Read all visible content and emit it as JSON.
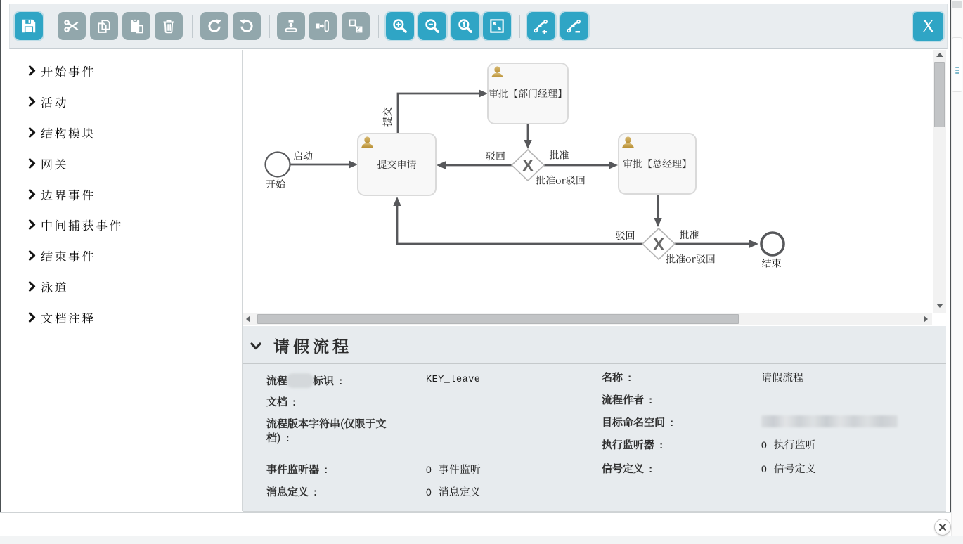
{
  "colors": {
    "accent_teal": "#2fa5c5",
    "disabled_gray": "#92a7ac",
    "toolbar_bg": "#e9edf0",
    "panel_bg": "#e7ebee",
    "edge_stroke": "#57585b",
    "person_gold": "#c8a24e"
  },
  "toolbar": {
    "buttons": [
      {
        "id": "save",
        "icon": "save-icon",
        "enabled": true
      },
      {
        "id": "cut",
        "icon": "scissors-icon",
        "enabled": false
      },
      {
        "id": "copy",
        "icon": "copy-icon",
        "enabled": false
      },
      {
        "id": "paste",
        "icon": "paste-icon",
        "enabled": false
      },
      {
        "id": "delete",
        "icon": "trash-icon",
        "enabled": false
      },
      {
        "id": "redo",
        "icon": "redo-icon",
        "enabled": false
      },
      {
        "id": "undo",
        "icon": "undo-icon",
        "enabled": false
      },
      {
        "id": "align-horizontal",
        "icon": "align-horizontal-icon",
        "enabled": false
      },
      {
        "id": "align-vertical",
        "icon": "align-vertical-icon",
        "enabled": false
      },
      {
        "id": "same-size",
        "icon": "same-size-icon",
        "enabled": false
      },
      {
        "id": "zoom-in",
        "icon": "zoom-in-icon",
        "enabled": true
      },
      {
        "id": "zoom-out",
        "icon": "zoom-out-icon",
        "enabled": true
      },
      {
        "id": "zoom-actual",
        "icon": "zoom-actual-icon",
        "enabled": true
      },
      {
        "id": "zoom-fit",
        "icon": "fit-screen-icon",
        "enabled": true
      },
      {
        "id": "add-bendpoint",
        "icon": "add-bendpoint-icon",
        "enabled": true
      },
      {
        "id": "remove-bendpoint",
        "icon": "remove-bendpoint-icon",
        "enabled": true
      }
    ],
    "close_label": "X"
  },
  "sidebar": {
    "items": [
      {
        "label": "开始事件"
      },
      {
        "label": "活动"
      },
      {
        "label": "结构模块"
      },
      {
        "label": "网关"
      },
      {
        "label": "边界事件"
      },
      {
        "label": "中间捕获事件"
      },
      {
        "label": "结束事件"
      },
      {
        "label": "泳道"
      },
      {
        "label": "文档注释"
      }
    ]
  },
  "diagram": {
    "nodes": {
      "start": {
        "type": "start-event",
        "label": "开始"
      },
      "submit": {
        "type": "user-task",
        "label": "提交申请"
      },
      "dept_manager": {
        "type": "user-task",
        "label": "审批【部门经理】"
      },
      "general_manager": {
        "type": "user-task",
        "label": "审批【总经理】"
      },
      "gateway1": {
        "type": "exclusive-gateway",
        "symbol": "X",
        "label": "批准or驳回"
      },
      "gateway2": {
        "type": "exclusive-gateway",
        "symbol": "X",
        "label": "批准or驳回"
      },
      "end": {
        "type": "end-event",
        "label": "结束"
      }
    },
    "edges": {
      "start_submit": {
        "label": "启动",
        "from": "start",
        "to": "submit"
      },
      "submit_dept": {
        "label": "提交",
        "from": "submit",
        "to": "dept_manager"
      },
      "dept_gateway1": {
        "label": "",
        "from": "dept_manager",
        "to": "gateway1"
      },
      "gateway1_reject": {
        "label": "驳回",
        "from": "gateway1",
        "to": "submit"
      },
      "gateway1_approve": {
        "label": "批准",
        "from": "gateway1",
        "to": "general_manager"
      },
      "gm_gateway2": {
        "label": "",
        "from": "general_manager",
        "to": "gateway2"
      },
      "gateway2_reject": {
        "label": "驳回",
        "from": "gateway2",
        "to": "submit"
      },
      "gateway2_approve": {
        "label": "批准",
        "from": "gateway2",
        "to": "end"
      }
    }
  },
  "properties": {
    "title": "请假流程",
    "left": [
      {
        "label_prefix": "流程",
        "label_suffix": "标识 :",
        "value": "KEY_leave",
        "redacted_label": true
      },
      {
        "label": "文档 :",
        "value": ""
      },
      {
        "label": "流程版本字符串(仅限于文档) :",
        "value": ""
      },
      {
        "label": "事件监听器 :",
        "count": "0",
        "value": "事件监听"
      },
      {
        "label": "消息定义 :",
        "count": "0",
        "value": "消息定义"
      }
    ],
    "right": [
      {
        "label": "名称 :",
        "value": "请假流程"
      },
      {
        "label": "流程作者 :",
        "value": ""
      },
      {
        "label": "目标命名空间 :",
        "value": "",
        "redacted_value": true
      },
      {
        "label": "执行监听器 :",
        "count": "0",
        "value": "执行监听"
      },
      {
        "label": "信号定义 :",
        "count": "0",
        "value": "信号定义"
      }
    ]
  },
  "window": {
    "close_label": "×"
  }
}
